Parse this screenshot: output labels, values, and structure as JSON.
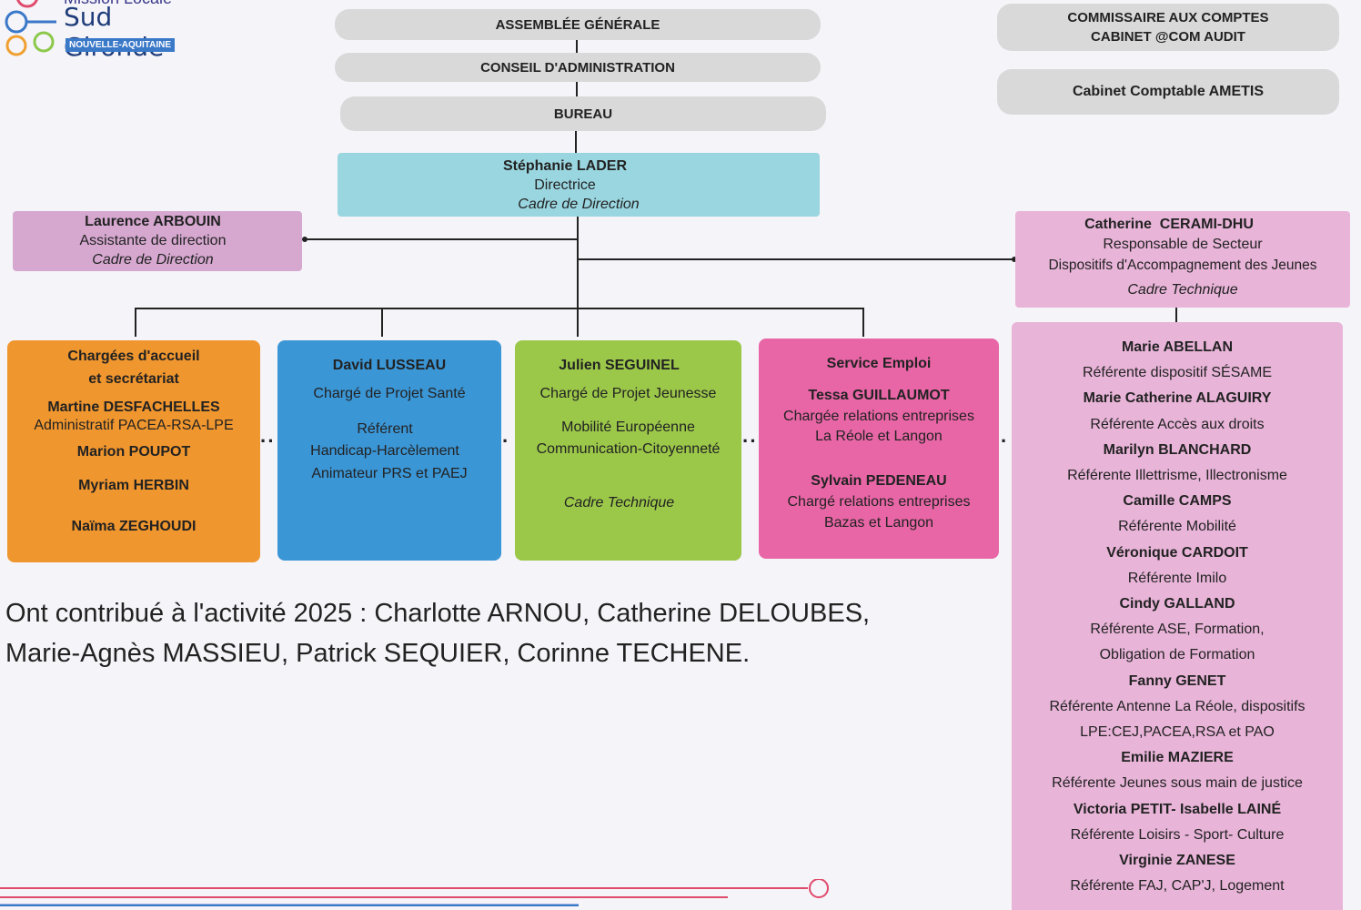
{
  "logo": {
    "line1": "Mission Locale",
    "line2": "Sud Gironde",
    "badge": "NOUVELLE-AQUITAINE",
    "colors": [
      "#e04a6b",
      "#3a78c8",
      "#f0a030",
      "#8cc84b"
    ]
  },
  "governance": {
    "assembly": "ASSEMBLÉE GÉNÉRALE",
    "board": "CONSEIL D'ADMINISTRATION",
    "bureau": "BUREAU"
  },
  "external": {
    "auditor_line1": "COMMISSAIRE AUX COMPTES",
    "auditor_line2": "CABINET @COM AUDIT",
    "accountant": "Cabinet Comptable AMETIS"
  },
  "director": {
    "name": "Stéphanie LADER",
    "role": "Directrice",
    "status": "Cadre de Direction"
  },
  "assistant": {
    "name": "Laurence ARBOUIN",
    "role": "Assistante de direction",
    "status": "Cadre de Direction"
  },
  "sector_manager": {
    "name": "Catherine  CERAMI-DHU",
    "role": "Responsable de Secteur",
    "scope": "Dispositifs d'Accompagnement des Jeunes",
    "status": "Cadre Technique"
  },
  "teams": {
    "reception": {
      "title1": "Chargées d'accueil",
      "title2": "et secrétariat",
      "member1": "Martine DESFACHELLES",
      "member1_role": "Administratif PACEA-RSA-LPE",
      "member2": "Marion POUPOT",
      "member3": "Myriam HERBIN",
      "member4": "Naïma ZEGHOUDI"
    },
    "health": {
      "name": "David LUSSEAU",
      "role": "Chargé de Projet Santé",
      "ref1": "Référent",
      "ref2": "Handicap-Harcèlement",
      "ref3": "Animateur PRS et PAEJ"
    },
    "youth": {
      "name": "Julien SEGUINEL",
      "role": "Chargé de Projet Jeunesse",
      "extra1": "Mobilité Européenne",
      "extra2": "Communication-Citoyenneté",
      "status": "Cadre Technique"
    },
    "employment": {
      "title": "Service Emploi",
      "member1": "Tessa GUILLAUMOT",
      "member1_role": "Chargée relations entreprises",
      "member1_area": "La Réole et Langon",
      "member2": "Sylvain PEDENEAU",
      "member2_role": "Chargé relations entreprises",
      "member2_area": "Bazas et Langon"
    }
  },
  "referents": [
    {
      "name": "Marie ABELLAN",
      "role": "Référente dispositif SÉSAME"
    },
    {
      "name": "Marie Catherine ALAGUIRY",
      "role": "Référente Accès aux droits"
    },
    {
      "name": "Marilyn BLANCHARD",
      "role": "Référente Illettrisme, Illectronisme"
    },
    {
      "name": "Camille CAMPS",
      "role": "Référente Mobilité"
    },
    {
      "name": "Véronique CARDOIT",
      "role": "Référente Imilo"
    },
    {
      "name": "Cindy GALLAND",
      "role": "Référente ASE, Formation,",
      "role2": "Obligation de Formation"
    },
    {
      "name": "Fanny GENET",
      "role": "Référente Antenne La Réole, dispositifs",
      "role2": "LPE:CEJ,PACEA,RSA et PAO"
    },
    {
      "name": "Emilie MAZIERE",
      "role": "Référente Jeunes sous main de justice"
    },
    {
      "name": "Victoria PETIT- Isabelle LAINÉ",
      "role": "Référente Loisirs - Sport- Culture"
    },
    {
      "name": "Virginie ZANESE",
      "role": "Référente FAJ, CAP'J, Logement"
    }
  ],
  "contributors": {
    "line1": "Ont contribué à l'activité 2025 : Charlotte ARNOU, Catherine DELOUBES,",
    "line2": "Marie-Agnès MASSIEU, Patrick SEQUIER, Corinne TECHENE."
  },
  "colors": {
    "pill": "#d9d9d9",
    "director": "#9ad6e0",
    "assistant": "#d6a8d0",
    "sector": "#e8b4d8",
    "reception": "#f0962e",
    "health": "#3b96d6",
    "youth": "#9cc84a",
    "employment": "#e866a6",
    "referents": "#e8b4d8"
  }
}
